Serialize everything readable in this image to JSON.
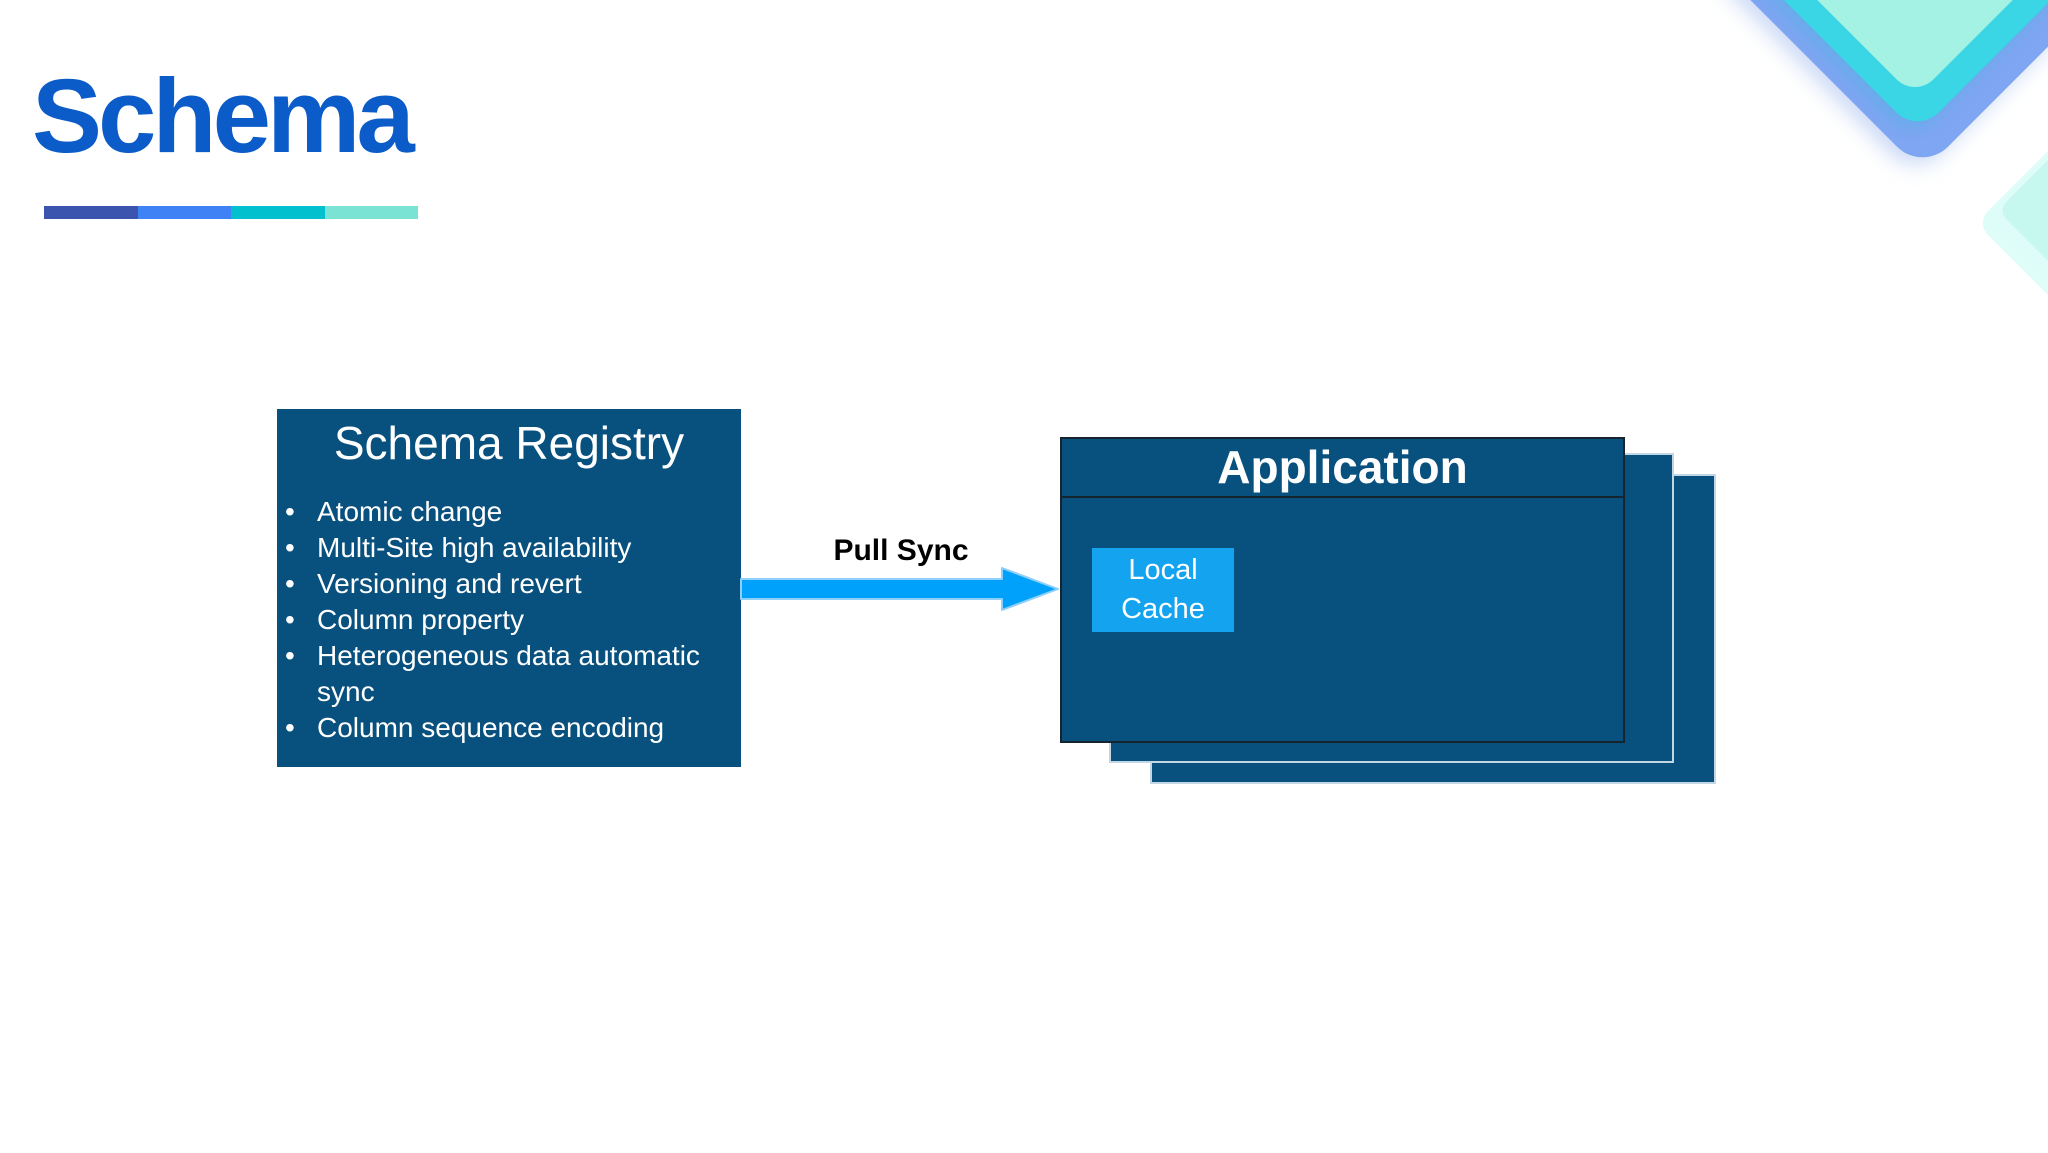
{
  "slide": {
    "title": "Schema",
    "background": "#FFFFFF"
  },
  "accent_bar": {
    "segments": [
      "#3B54AE",
      "#3E82F5",
      "#02C0CE",
      "#7BE3D3"
    ]
  },
  "decoration": {
    "corner_layer_outer": "#7FA6F2",
    "corner_layer_middle": "#3AD6E5",
    "corner_layer_inner": "#A3F2E3",
    "small_diamond_outer": "#DFFDF8",
    "small_diamond_inner": "#C7F8EF"
  },
  "registry": {
    "title": "Schema Registry",
    "bullets": [
      "Atomic change",
      "Multi-Site high availability",
      "Versioning and revert",
      "Column property",
      "Heterogeneous data automatic sync",
      "Column sequence encoding"
    ]
  },
  "sync": {
    "label": "Pull Sync"
  },
  "application": {
    "title": "Application",
    "cache_label": "Local Cache"
  },
  "colors": {
    "title_text": "#0B5BC8",
    "panel_fill": "#08507E",
    "panel_text": "#FFFFFF",
    "arrow_fill": "#00A1FA",
    "arrow_edge": "#8ECFFB",
    "cache_fill": "#14A3EF",
    "label_text": "#000000"
  }
}
